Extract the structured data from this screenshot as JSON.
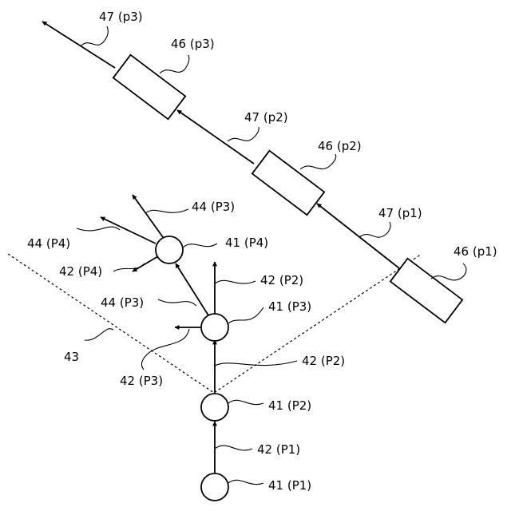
{
  "labels": {
    "l41_p1": "41 (P1)",
    "l41_p2": "41 (P2)",
    "l41_p3": "41 (P3)",
    "l41_p4": "41 (P4)",
    "l42_p1": "42 (P1)",
    "l42_p2_low": "42 (P2)",
    "l42_p2_up": "42 (P2)",
    "l42_p3": "42 (P3)",
    "l42_p4": "42 (P4)",
    "l43": "43",
    "l44_p3_low": "44 (P3)",
    "l44_p3_up": "44 (P3)",
    "l44_p4": "44 (P4)",
    "l46_p1": "46 (p1)",
    "l46_p2": "46 (p2)",
    "l46_p3": "46 (p3)",
    "l47_p1": "47 (p1)",
    "l47_p2": "47 (p2)",
    "l47_p3": "47 (p3)"
  }
}
